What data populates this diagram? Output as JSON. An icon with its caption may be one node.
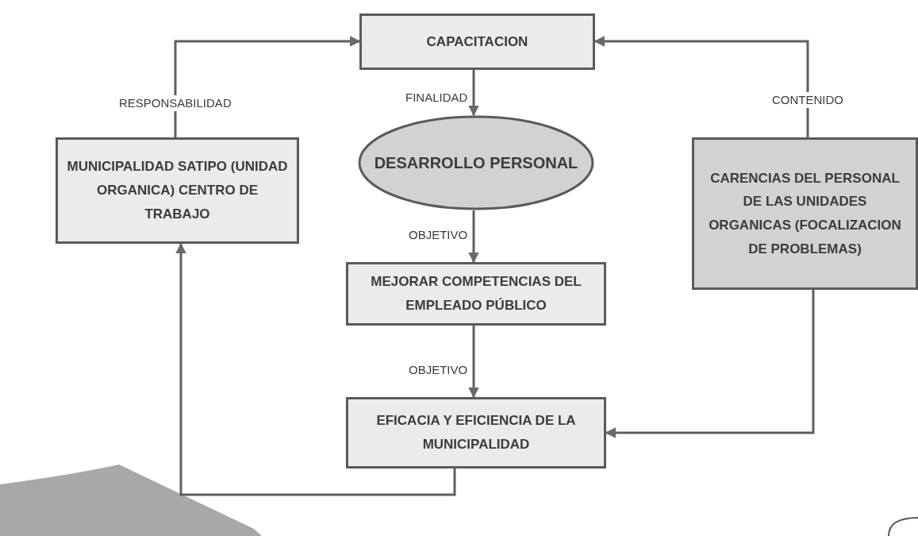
{
  "diagram": {
    "nodes": [
      {
        "text": [
          "CAPACITACION"
        ]
      },
      {
        "text": [
          "MUNICIPALIDAD SATIPO (UNIDAD ORGANICA) CENTRO DE TRABAJO"
        ]
      },
      {
        "text": [
          "DESARROLLO PERSONAL"
        ]
      },
      {
        "text": [
          "CARENCIAS DEL PERSONAL DE LAS UNIDADES ORGANICAS (FOCALIZACION DE PROBLEMAS)"
        ]
      },
      {
        "text": [
          "MEJORAR COMPETENCIAS DEL EMPLEADO PÚBLICO"
        ]
      },
      {
        "text": [
          "EFICACIA Y EFICIENCIA DE LA MUNICIPALIDAD"
        ]
      }
    ],
    "edges": [
      {
        "from": 1,
        "to": 0,
        "arrow": "to",
        "label": "RESPONSABILIDAD"
      },
      {
        "from": 3,
        "to": 0,
        "arrow": "to",
        "label": "CONTENIDO"
      },
      {
        "from": 0,
        "to": 2,
        "arrow": "to",
        "label": "FINALIDAD"
      },
      {
        "from": 2,
        "to": 4,
        "arrow": "to",
        "label": "OBJETIVO"
      },
      {
        "from": 4,
        "to": 5,
        "arrow": "to",
        "label": "OBJETIVO"
      },
      {
        "from": 3,
        "to": 5,
        "arrow": "to"
      },
      {
        "from": 5,
        "to": 1,
        "arrow": "to"
      }
    ]
  }
}
